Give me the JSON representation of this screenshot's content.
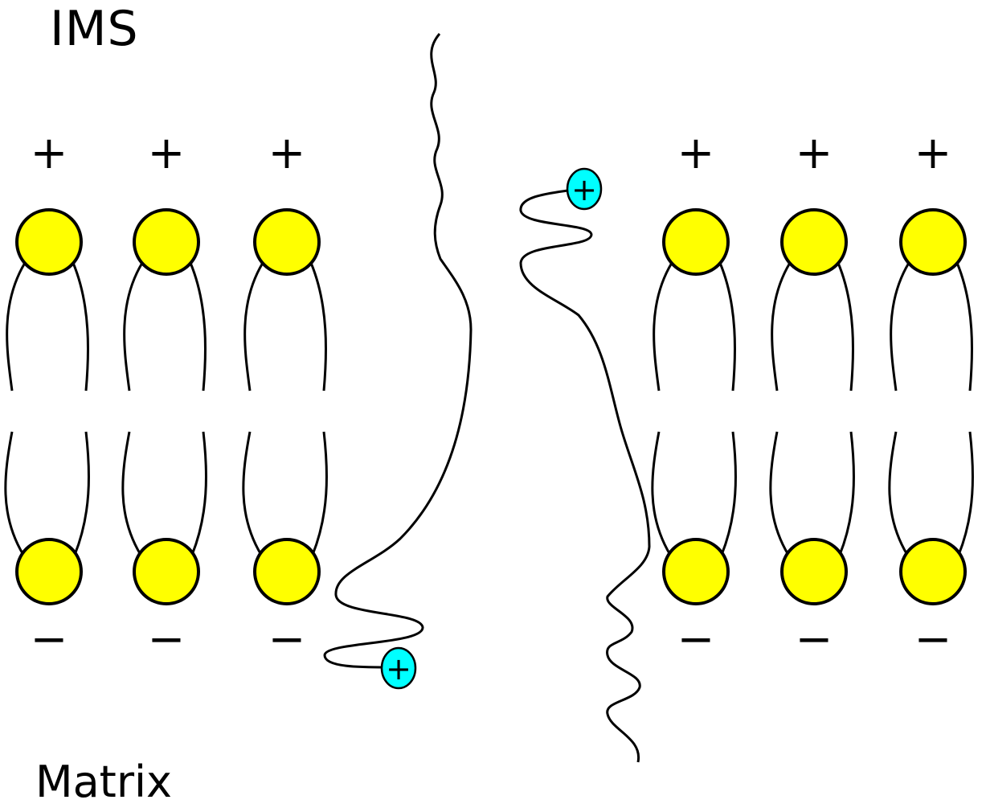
{
  "labels": {
    "top_region": "IMS",
    "bottom_region": "Matrix"
  },
  "charges": {
    "positive": "+",
    "negative": "−"
  },
  "membrane": {
    "left_lipids": 3,
    "right_lipids": 3
  },
  "colors": {
    "head_group": "#ffff00",
    "charge_bead": "#00ffff",
    "stroke": "#000000",
    "background": "#ffffff"
  }
}
